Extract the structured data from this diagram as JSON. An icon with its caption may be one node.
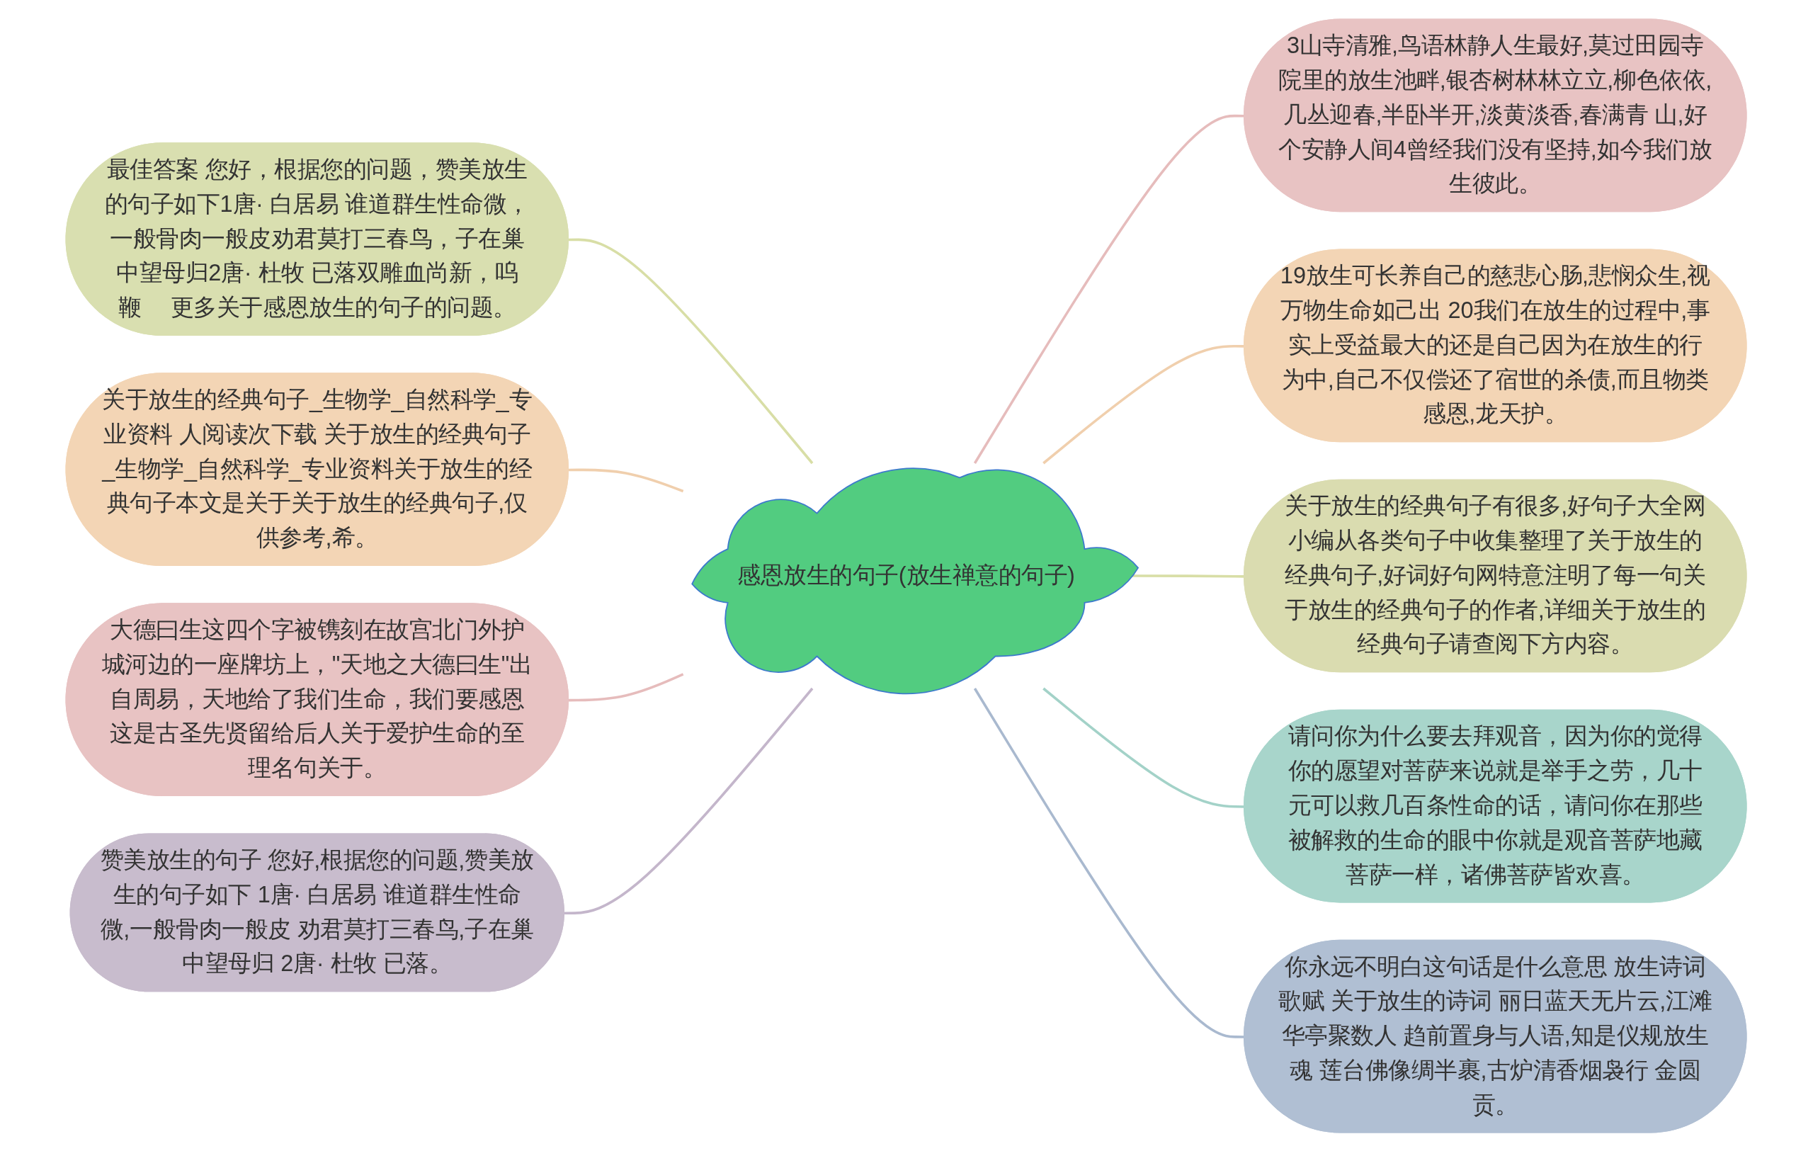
{
  "diagram": {
    "nodes": [
      {
        "text": [
          "感恩放生的句子(放生禅意的句子)"
        ]
      },
      {
        "text": [
          "最佳答案 您好，根据您的问题，赞美放生的句子如下1唐· 白居易 谁道群生性命微，一般骨肉一般皮劝君莫打三春鸟，子在巢中望母归2唐· 杜牧 已落双雕血尚新，呜鞭　 更多关于感恩放生的句子的问题。"
        ]
      },
      {
        "text": [
          "关于放生的经典句子_生物学_自然科学_专业资料 人阅读次下载 关于放生的经典句子_生物学_自然科学_专业资料关于放生的经典句子本文是关于关于放生的经典句子,仅供参考,希。"
        ]
      },
      {
        "text": [
          "大德曰生这四个字被镌刻在故宫北门外护城河边的一座牌坊上，\"天地之大德曰生\"出自周易，天地给了我们生命，我们要感恩这是古圣先贤留给后人关于爱护生命的至理名句关于。"
        ]
      },
      {
        "text": [
          "赞美放生的句子 您好,根据您的问题,赞美放生的句子如下 1唐· 白居易 谁道群生性命微,一般骨肉一般皮 劝君莫打三春鸟,子在巢中望母归 2唐· 杜牧 已落。"
        ]
      },
      {
        "text": [
          "3山寺清雅,鸟语林静人生最好,莫过田园寺院里的放生池畔,银杏树林林立立,柳色依依,几丛迎春,半卧半开,淡黄淡香,春满青 山,好个安静人间4曾经我们没有坚持,如今我们放生彼此。"
        ]
      },
      {
        "text": [
          "19放生可长养自己的慈悲心肠,悲悯众生,视万物生命如己出 20我们在放生的过程中,事实上受益最大的还是自己因为在放生的行为中,自己不仅偿还了宿世的杀债,而且物类感恩,龙天护。"
        ]
      },
      {
        "text": [
          "关于放生的经典句子有很多,好句子大全网小编从各类句子中收集整理了关于放生的经典句子,好词好句网特意注明了每一句关于放生的经典句子的作者,详细关于放生的经典句子请查阅下方内容。"
        ]
      },
      {
        "text": [
          "请问你为什么要去拜观音，因为你的觉得你的愿望对菩萨来说就是举手之劳，几十元可以救几百条性命的话，请问你在那些被解救的生命的眼中你就是观音菩萨地藏菩萨一样，诸佛菩萨皆欢喜。"
        ]
      },
      {
        "text": [
          "你永远不明白这句话是什么意思 放生诗词歌赋 关于放生的诗词 丽日蓝天无片云,江滩华亭聚数人 趋前置身与人语,知是仪规放生魂 莲台佛像绸半裹,古炉清香烟袅行 金圆贡。"
        ]
      }
    ],
    "edges": [
      {
        "from": 0,
        "to": 1,
        "arrow": "none",
        "color": "#d8dea6"
      },
      {
        "from": 0,
        "to": 2,
        "arrow": "none",
        "color": "#f0cfad"
      },
      {
        "from": 0,
        "to": 3,
        "arrow": "none",
        "color": "#e6bcbc"
      },
      {
        "from": 0,
        "to": 4,
        "arrow": "none",
        "color": "#c4b6cb"
      },
      {
        "from": 0,
        "to": 5,
        "arrow": "none",
        "color": "#e6bcbc"
      },
      {
        "from": 0,
        "to": 6,
        "arrow": "none",
        "color": "#f0cfad"
      },
      {
        "from": 0,
        "to": 7,
        "arrow": "none",
        "color": "#d8dea6"
      },
      {
        "from": 0,
        "to": 8,
        "arrow": "none",
        "color": "#a3d2c8"
      },
      {
        "from": 0,
        "to": 9,
        "arrow": "none",
        "color": "#a9b9cf"
      }
    ]
  }
}
